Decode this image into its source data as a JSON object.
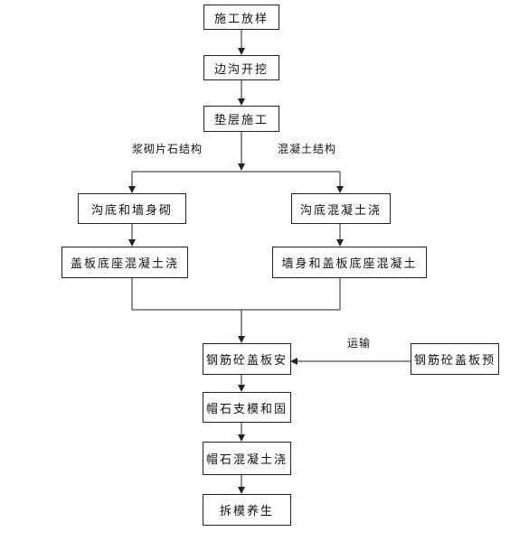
{
  "nodes": {
    "construction_layout": "施工放样",
    "side_ditch_excavation": "边沟开挖",
    "cushion_construction": "垫层施工",
    "ditch_bottom_wall_masonry": "沟底和墙身砌",
    "cover_base_concrete_pour_left": "盖板底座混凝土浇",
    "ditch_bottom_concrete_pour": "沟底混凝土浇",
    "wall_cover_base_concrete": "墙身和盖板底座混凝土",
    "rc_cover_install": "钢筋砼盖板安",
    "rc_cover_precast": "钢筋砼盖板预",
    "cap_stone_formwork": "帽石支模和固",
    "cap_stone_concrete_pour": "帽石混凝土浇",
    "demold_curing": "拆模养生"
  },
  "labels": {
    "branch_masonry": "浆砌片石结构",
    "branch_concrete": "混凝土结构",
    "transport": "运输"
  },
  "colors": {
    "line": "#222222",
    "box_border": "#222222",
    "text": "#111111"
  }
}
